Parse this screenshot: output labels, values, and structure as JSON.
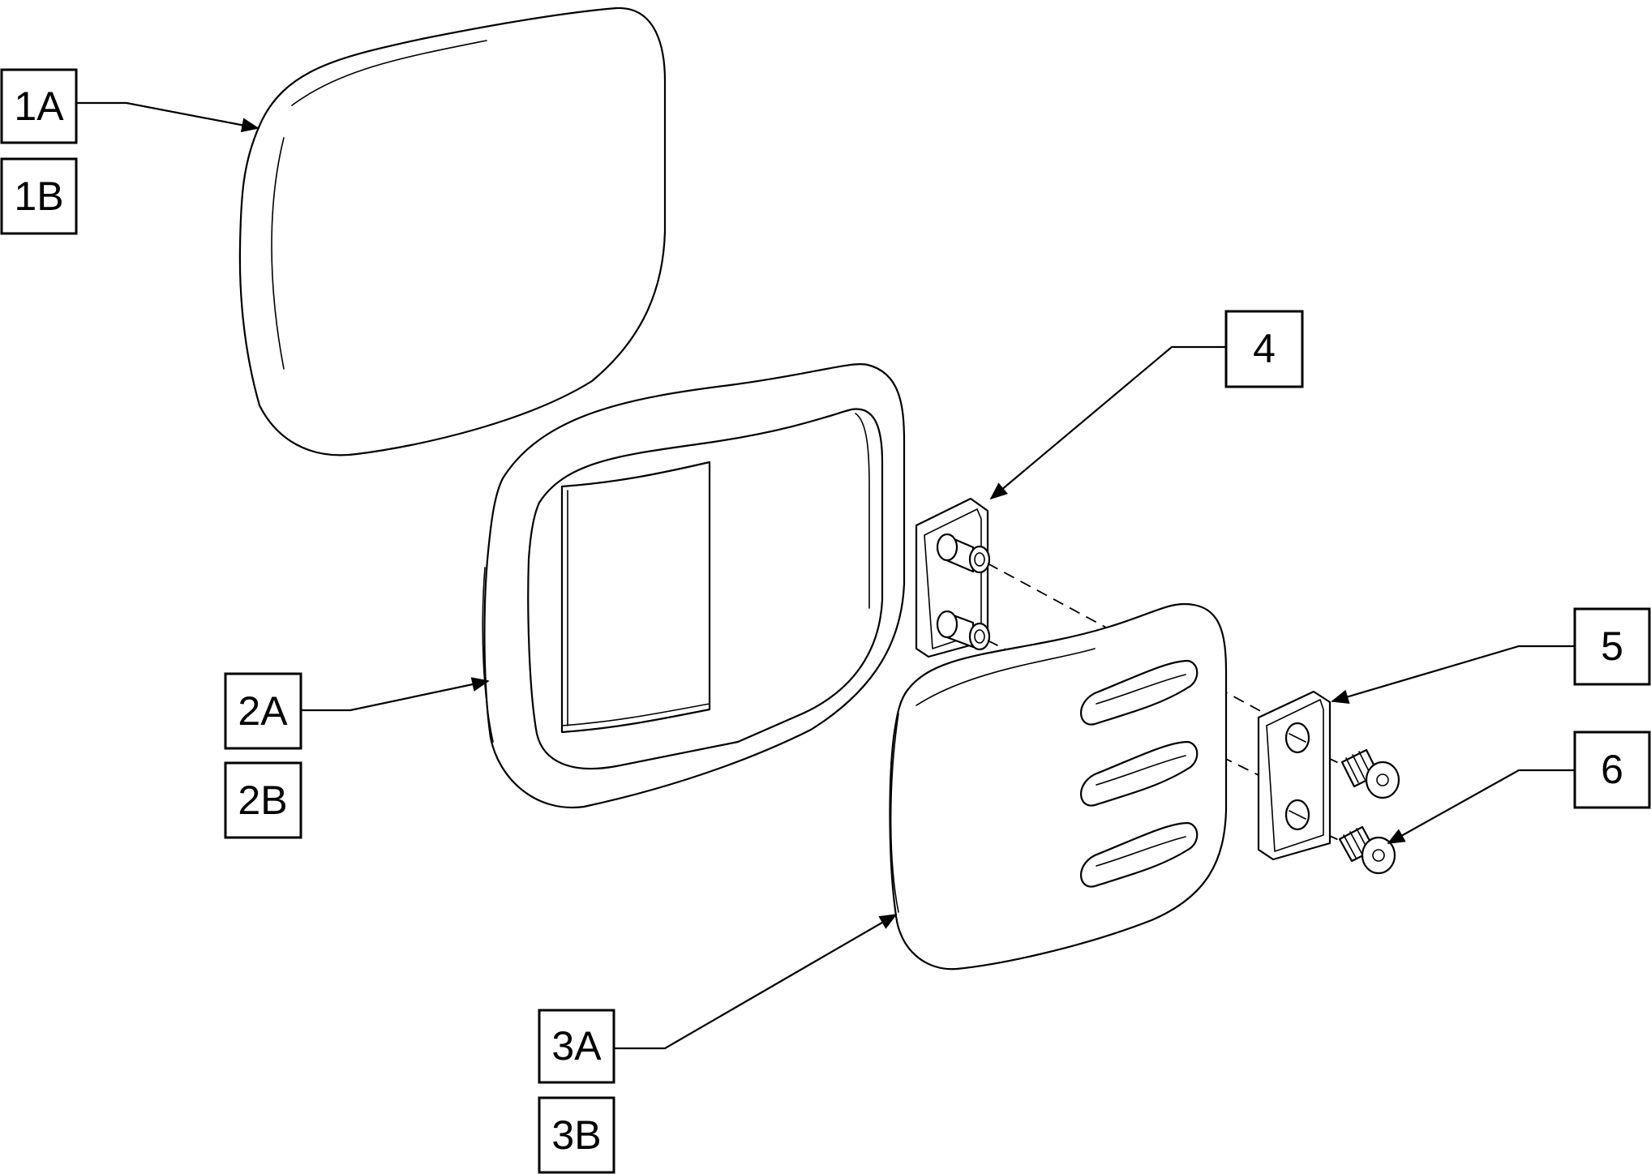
{
  "callouts": {
    "c1a": "1A",
    "c1b": "1B",
    "c2a": "2A",
    "c2b": "2B",
    "c3a": "3A",
    "c3b": "3B",
    "c4": "4",
    "c5": "5",
    "c6": "6"
  },
  "colors": {
    "line": "#000000",
    "background": "#ffffff"
  }
}
